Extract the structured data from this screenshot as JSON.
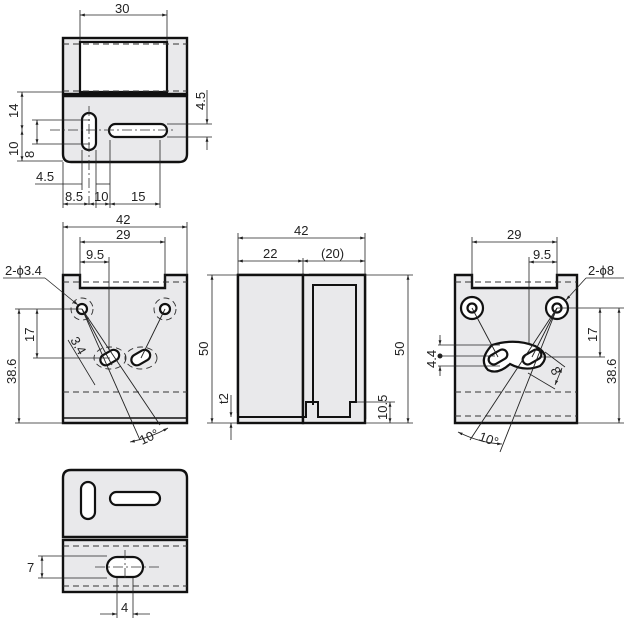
{
  "top_view": {
    "width_30": "30",
    "h_14": "14",
    "h_10": "10",
    "h_8": "8",
    "right_4_5": "4.5",
    "left_4_5": "4.5",
    "d_8_5": "8.5",
    "d_10": "10",
    "d_15": "15"
  },
  "front_view": {
    "width_42": "42",
    "w_29": "29",
    "w_9_5": "9.5",
    "holes": "2-ϕ3.4",
    "h_17": "17",
    "h_38_6": "38.6",
    "slot_3_4": "3.4",
    "angle": "10°"
  },
  "side_view": {
    "width_42": "42",
    "w_22": "22",
    "w_20": "(20)",
    "h_50_left": "50",
    "h_50_right": "50",
    "t2": "t2",
    "h_10_5": "10.5"
  },
  "rear_view": {
    "w_29": "29",
    "w_9_5": "9.5",
    "holes": "2-ϕ8",
    "h_17": "17",
    "h_38_6": "38.6",
    "h_4_4": "4.4",
    "slot_8": "8",
    "angle": "10°"
  },
  "bottom_view": {
    "h_7": "7",
    "w_4": "4"
  }
}
